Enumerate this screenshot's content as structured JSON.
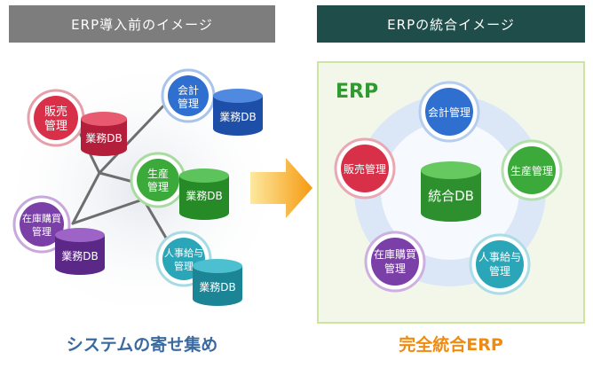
{
  "left": {
    "header": "ERP導入前のイメージ",
    "caption": "システムの寄せ集め",
    "systems": {
      "sales": {
        "label_line1": "販売",
        "label_line2": "管理",
        "db_label": "業務DB",
        "color": "#d83048"
      },
      "accounting": {
        "label_line1": "会計",
        "label_line2": "管理",
        "db_label": "業務DB",
        "color": "#2f6fd0"
      },
      "production": {
        "label_line1": "生産",
        "label_line2": "管理",
        "db_label": "業務DB",
        "color": "#3caa3a"
      },
      "inventory": {
        "label_line1": "在庫購買",
        "label_line2": "管理",
        "db_label": "業務DB",
        "color": "#7b3fa8"
      },
      "hr": {
        "label_line1": "人事給与",
        "label_line2": "管理",
        "db_label": "業務DB",
        "color": "#2aa6b8"
      }
    }
  },
  "right": {
    "header": "ERPの統合イメージ",
    "caption": "完全統合ERP",
    "erp_label": "ERP",
    "central_db": "統合DB",
    "modules": {
      "accounting": "会計管理",
      "production": "生産管理",
      "hr_line1": "人事給与",
      "hr_line2": "管理",
      "inventory_line1": "在庫購買",
      "inventory_line2": "管理",
      "sales": "販売管理"
    }
  },
  "colors": {
    "left_header": "#7d7d7d",
    "right_header": "#1f4e4a",
    "arrow": "#f7a21a",
    "erp_green": "#2f9a2f",
    "caption_left": "#3a6aa0",
    "caption_right": "#f08a10"
  }
}
